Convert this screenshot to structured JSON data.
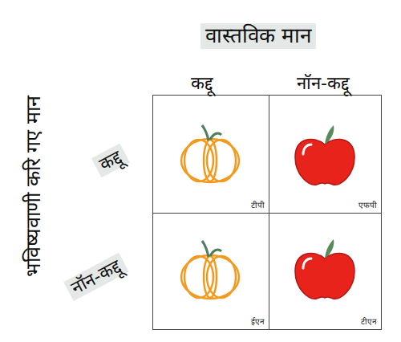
{
  "diagram": {
    "nodes": [
      {
        "text": [
          "टीपी"
        ]
      },
      {
        "text": [
          "एफपी"
        ]
      },
      {
        "text": [
          "ईएन"
        ]
      },
      {
        "text": [
          "टीएन"
        ]
      }
    ],
    "labels": [
      "वास्तविक मान",
      "भविष्यवाणी करि गए मान",
      "कद्दू",
      "नॉन-कद्दू",
      "कद्दू",
      "नॉन-कद्दू"
    ]
  }
}
